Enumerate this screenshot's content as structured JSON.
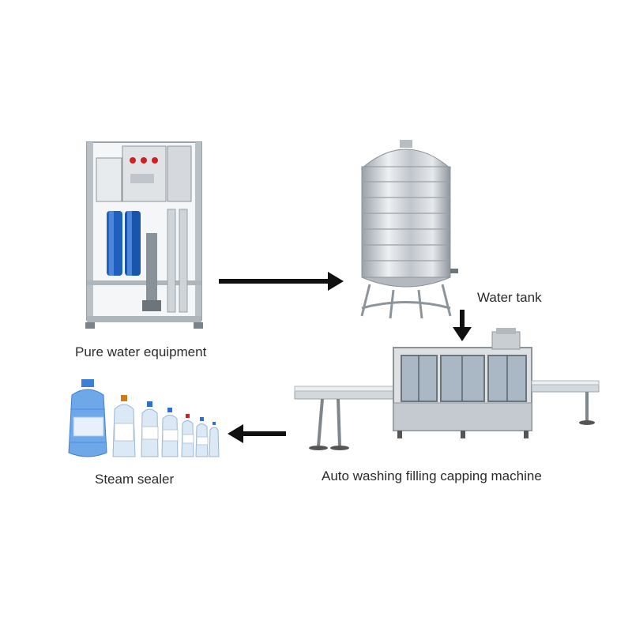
{
  "stages": {
    "pure_water": {
      "label": "Pure water equipment"
    },
    "water_tank": {
      "label": "Water tank"
    },
    "filling_machine": {
      "label": "Auto washing filling capping machine"
    },
    "bottles": {
      "label": "Steam sealer"
    }
  },
  "colors": {
    "arrow": "#111111",
    "steel": "#c9ced3",
    "filter_blue": "#1f5fbf",
    "panel_red": "#d02020",
    "water_blue": "#6fa8e8"
  }
}
